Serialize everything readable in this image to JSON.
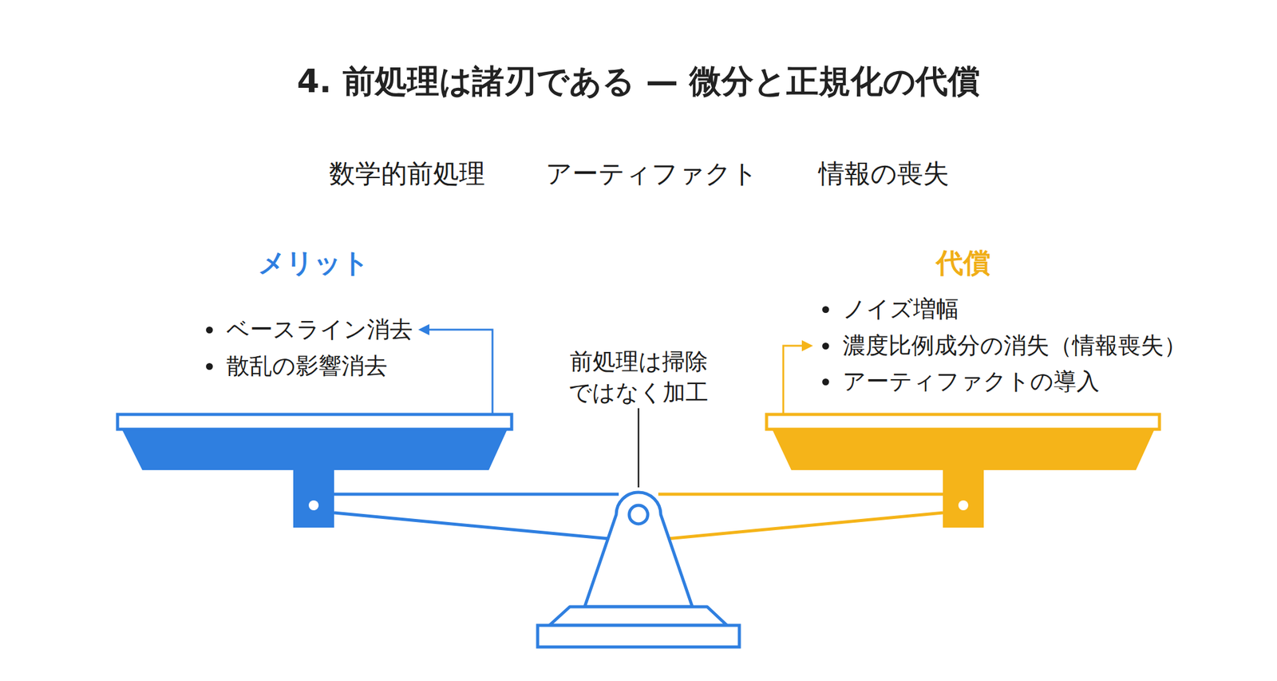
{
  "diagram": {
    "title": "4. 前処理は諸刃である — 微分と正規化の代償",
    "nodes": [
      {
        "text": [
          "メリット",
          "ベースライン消去",
          "散乱の影響消去"
        ]
      },
      {
        "text": [
          "代償",
          "ノイズ増幅",
          "濃度比例成分の消失（情報喪失）",
          "アーティファクトの導入"
        ]
      }
    ],
    "labels": [
      "数学的前処理",
      "アーティファクト",
      "情報の喪失",
      "前処理は掃除 ではなく加工"
    ]
  }
}
